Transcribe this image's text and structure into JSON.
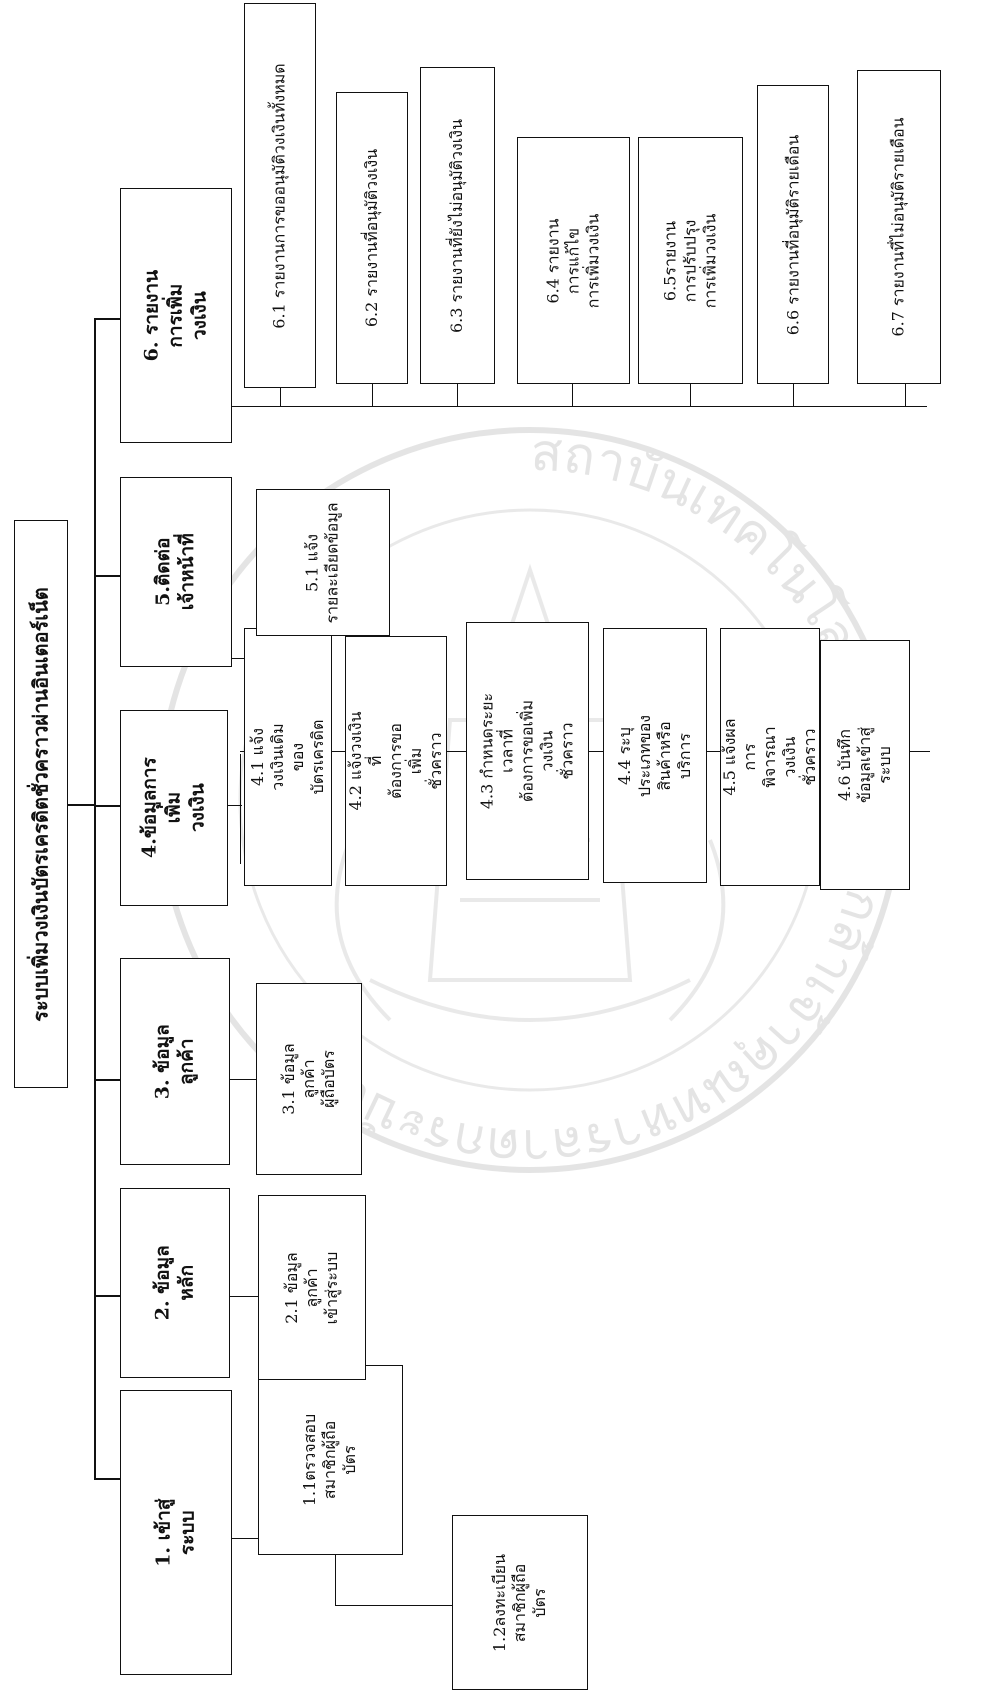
{
  "title": "ระบบเพิ่มวงเงินบัตรเครดิตชั่วคราวผ่านอินเตอร์เน็ต",
  "main_nodes": [
    {
      "id": "1",
      "label": "1. เข้าสู่ระบบ"
    },
    {
      "id": "2",
      "label": "2. ข้อมูลหลัก"
    },
    {
      "id": "3",
      "label": "3. ข้อมูลลูกค้า"
    },
    {
      "id": "4",
      "label": "4.ข้อมูลการเพิ่ม\nวงเงิน"
    },
    {
      "id": "5",
      "label": "5.ติดต่อ\nเจ้าหน้าที่"
    },
    {
      "id": "6",
      "label": "6. รายงานการเพิ่ม\nวงเงิน"
    }
  ],
  "sub_nodes": {
    "n1": [
      {
        "id": "1.1",
        "label": "1.1ตรวจสอบ\nสมาชิกผู้ถือ\nบัตร"
      },
      {
        "id": "1.2",
        "label": "1.2ลงทะเบียน\nสมาชิกผู้ถือ\nบัตร"
      }
    ],
    "n2": [
      {
        "id": "2.1",
        "label": "2.1 ข้อมูลลูกค้า\nเข้าสู่ระบบ"
      }
    ],
    "n3": [
      {
        "id": "3.1",
        "label": "3.1 ข้อมูลลูกค้า\nผู้ถือบัตร"
      }
    ],
    "n4": [
      {
        "id": "4.1",
        "label": "4.1 แจ้งวงเงินเดิมของ\nบัตรเครดิต"
      },
      {
        "id": "4.2",
        "label": "4.2 แจ้งวงเงินที่\nต้องการขอเพิ่ม\nชั่วคราว"
      },
      {
        "id": "4.3",
        "label": "4.3 กำหนดระยะเวลาที่\nต้องการขอเพิ่มวงเงิน\nชั่วคราว"
      },
      {
        "id": "4.4",
        "label": "4.4 ระบุประเภทของ\nสินค้าหรือบริการ"
      },
      {
        "id": "4.5",
        "label": "4.5 แจ้งผลการ\nพิจารณาวงเงินชั่วคราว"
      },
      {
        "id": "4.6",
        "label": "4.6 บันทึกข้อมูลเข้าสู่\nระบบ"
      }
    ],
    "n5": [
      {
        "id": "5.1",
        "label": "5.1 แจ้ง\nรายละเอียดข้อมูล"
      }
    ],
    "n6": [
      {
        "id": "6.1",
        "label": "6.1 รายงานการขออนุมัติวงเงินทั้งหมด"
      },
      {
        "id": "6.2",
        "label": "6.2 รายงานที่อนุมัติวงเงิน"
      },
      {
        "id": "6.3",
        "label": "6.3 รายงานที่ยังไม่อนุมัติวงเงิน"
      },
      {
        "id": "6.4",
        "label": "6.4 รายงานการแก้ไข\nการเพิ่มวงเงิน"
      },
      {
        "id": "6.5",
        "label": "6.5รายงานการปรับปรุง\nการเพิ่มวงเงิน"
      },
      {
        "id": "6.6",
        "label": "6.6 รายงานที่อนุมัติรายเดือน"
      },
      {
        "id": "6.7",
        "label": "6.7 รายงานที่ไม่อนุมัติรายเดือน"
      }
    ]
  },
  "watermark": {
    "text": "สถาบันเทคโนโลยีพระจอมเกล้าเจ้าคุณทหารลาดกระบัง",
    "color": "#b0b0b0"
  }
}
